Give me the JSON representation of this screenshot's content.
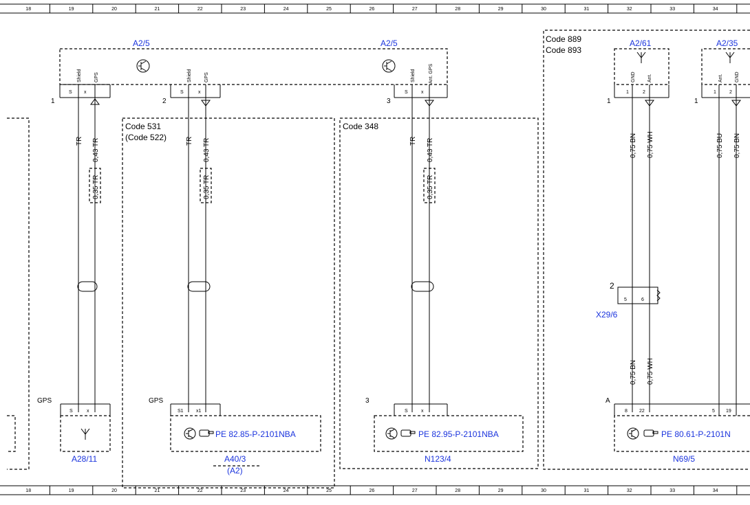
{
  "ruler": {
    "top": [
      "18",
      "19",
      "20",
      "21",
      "22",
      "23",
      "24",
      "25",
      "26",
      "27",
      "28",
      "29",
      "30",
      "31",
      "32",
      "33",
      "34"
    ],
    "bottom": [
      "18",
      "19",
      "20",
      "21",
      "22",
      "23",
      "24",
      "25",
      "26",
      "27",
      "28",
      "29",
      "30",
      "31",
      "32",
      "33",
      "34"
    ]
  },
  "codes": {
    "code_889": "Code 889",
    "code_893": "Code 893",
    "code_531": "Code 531",
    "code_522": "(Code 522)",
    "code_348": "Code 348"
  },
  "components": {
    "a2_5_left": "A2/5",
    "a2_5_right": "A2/5",
    "a2_61": "A2/61",
    "a2_35": "A2/35",
    "a28_11": "A28/11",
    "a40_3": "A40/3",
    "a2_paren": "(A2)",
    "n123_4": "N123/4",
    "n69_5": "N69/5",
    "x29_6": "X29/6"
  },
  "pins": {
    "s": "S",
    "x": "x",
    "s1": "S1",
    "x1": "x1",
    "shield": "Shield",
    "gps": "GPS",
    "ant_gps": "Ant. GPS",
    "gnd": "GND",
    "ant": "Ant.",
    "one": "1",
    "two": "2",
    "three": "3",
    "five": "5",
    "six": "6",
    "eight": "8",
    "nineteen": "19",
    "twentytwo": "22",
    "a": "A",
    "gps_conn": "GPS"
  },
  "wires": {
    "tr": "TR",
    "tr_043": "0,43 TR",
    "tr_035": "0,35 TR",
    "bn_075": "0,75 BN",
    "wh_075": "0,75 WH",
    "bu_075": "0,75 BU"
  },
  "refs": {
    "pe_8285": "PE 82.85-P-2101NBA",
    "pe_8295": "PE 82.95-P-2101NBA",
    "pe_8061": "PE 80.61-P-2101N"
  },
  "icons": [
    "transistor-icon",
    "antenna-icon",
    "ground-arrow-icon",
    "hand-pointer-icon",
    "shield-sleeve-icon"
  ]
}
